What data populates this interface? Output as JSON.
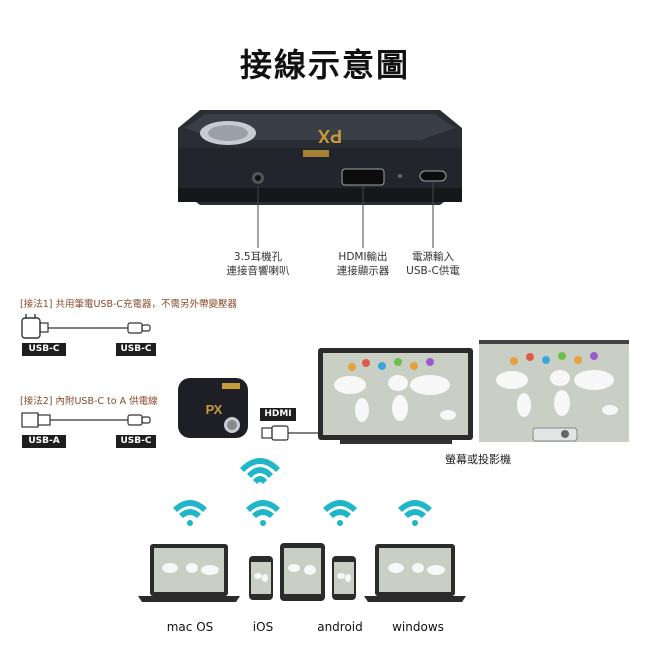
{
  "title": "接線示意圖",
  "device_logo": "PX",
  "ports": [
    {
      "line1": "3.5耳機孔",
      "line2": "連接音響喇叭"
    },
    {
      "line1": "HDMI輸出",
      "line2": "連接顯示器"
    },
    {
      "line1": "電源輸入",
      "line2": "USB-C供電"
    }
  ],
  "methods": [
    {
      "label": "[接法1]  共用筆電USB-C充電器，不需另外帶變壓器",
      "left_tag": "USB-C",
      "right_tag": "USB-C"
    },
    {
      "label": "[接法2]  內附USB-C to A 供電線",
      "left_tag": "USB-A",
      "right_tag": "USB-C"
    }
  ],
  "hdmi_tag": "HDMI",
  "display_caption": "螢幕或投影機",
  "os_labels": [
    "mac OS",
    "iOS",
    "android",
    "windows"
  ],
  "colors": {
    "wifi": "#1fb7c7",
    "label_accent": "#8a4a2a",
    "device_gold": "#c79a3a"
  }
}
